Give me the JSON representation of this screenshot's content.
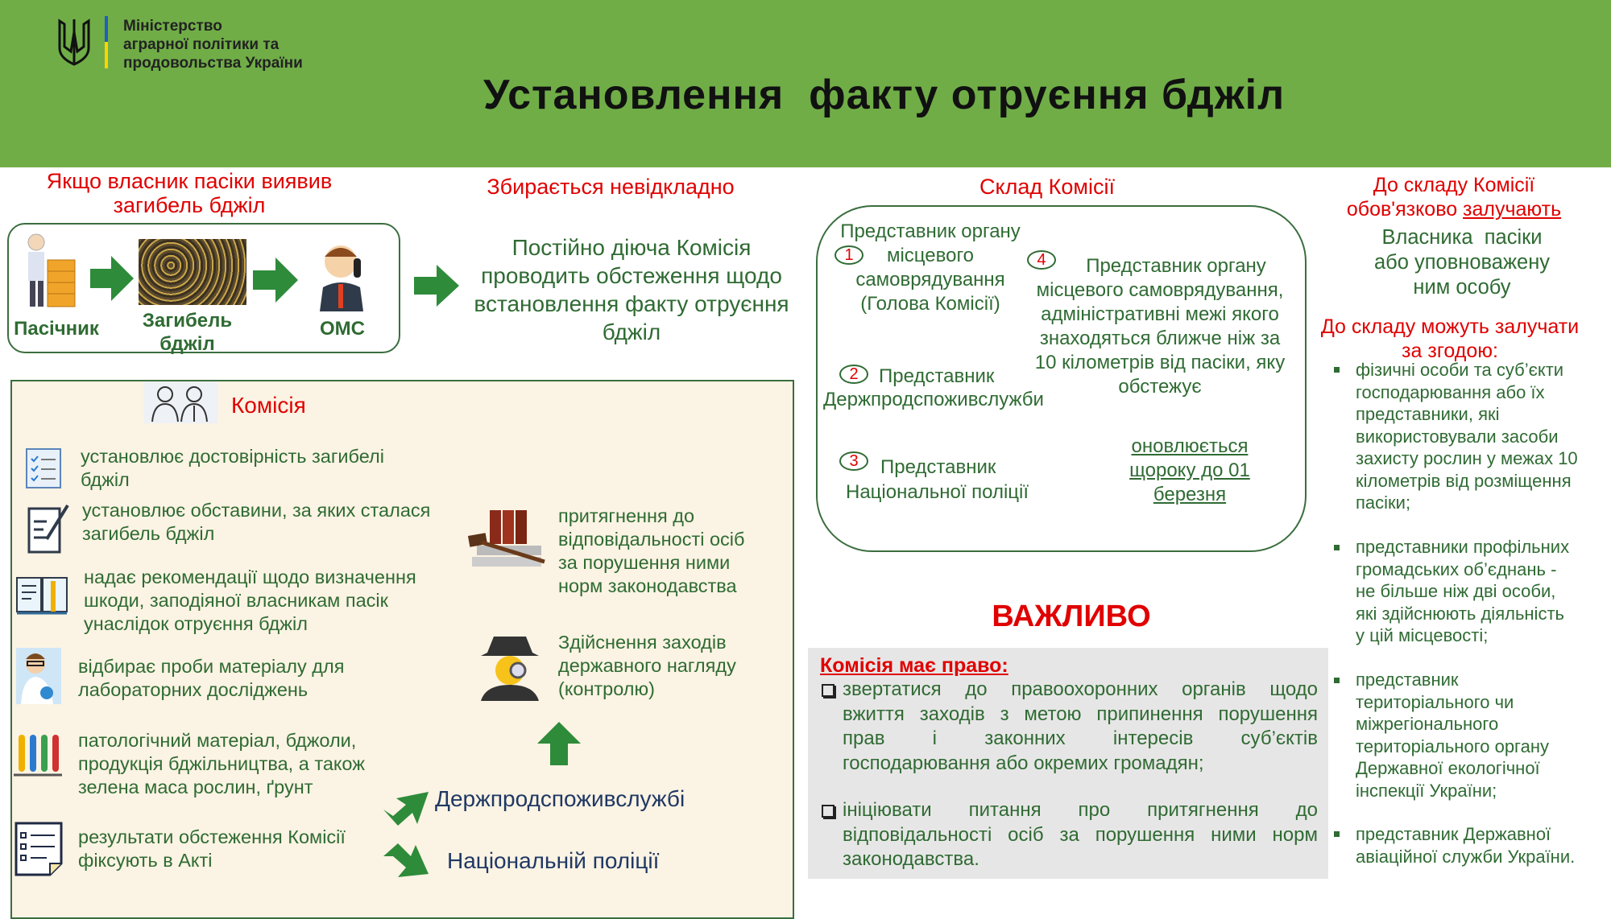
{
  "header": {
    "ministry": [
      "Міністерство",
      "аграрної політики та",
      "продовольства України"
    ],
    "title": "Установлення  факту отруєння бджіл"
  },
  "flow": {
    "heading": [
      "Якщо власник пасіки виявив",
      "загибель бджіл"
    ],
    "steps": [
      "Пасічник",
      "Загибель",
      "бджіл",
      "ОМС"
    ]
  },
  "immediate": {
    "heading": "Збирається невідкладно",
    "text": [
      "Постійно діюча Комісія",
      "проводить обстеження щодо",
      "встановлення факту отруєння",
      "бджіл"
    ]
  },
  "commission": {
    "title": "Комісія",
    "items": [
      [
        "установлює достовірність загибелі",
        "бджіл"
      ],
      [
        "установлює обставини, за яких сталася",
        "загибель бджіл"
      ],
      [
        "надає рекомендації щодо визначення",
        "шкоди, заподіяної власникам пасік",
        "унаслідок отруєння бджіл"
      ],
      [
        "відбирає проби матеріалу для",
        "лабораторних досліджень"
      ],
      [
        "патологічний матеріал, бджоли,",
        "продукція бджільництва, а також",
        "зелена маса рослин, ґрунт"
      ],
      [
        "результати обстеження Комісії",
        "фіксують в Акті"
      ]
    ],
    "right": [
      [
        "притягнення до",
        "відповідальності осіб",
        "за порушення ними",
        "норм законодавства"
      ],
      [
        "Здійснення заходів",
        "державного нагляду",
        "(контролю)"
      ]
    ],
    "targets": [
      "Держпродспоживслужбі",
      "Національній поліції"
    ]
  },
  "composition": {
    "heading": "Склад Комісії",
    "m1": {
      "num": "1",
      "lines": [
        "Представник органу",
        "місцевого",
        "самоврядування",
        "(Голова Комісії)"
      ]
    },
    "m2": {
      "num": "2",
      "lines": [
        "Представник",
        "Держпродспоживслужби"
      ]
    },
    "m3": {
      "num": "3",
      "lines": [
        "Представник",
        "Національної поліції"
      ]
    },
    "m4": {
      "num": "4",
      "lines": [
        "Представник органу",
        "місцевого самоврядування,",
        "адміністративні межі якого",
        "знаходяться ближче ніж за",
        "10 кілометрів від пасіки, яку",
        "обстежує"
      ]
    },
    "update": [
      "оновлюється",
      "щороку до 01",
      "березня"
    ]
  },
  "important": {
    "heading": "ВАЖЛИВО",
    "subheading": "Комісія має право:",
    "rights": [
      [
        "звертатися до правоохоронних органів щодо",
        "вжиття заходів з метою припинення порушення",
        "прав і законних інтересів суб’єктів",
        "господарювання або окремих громадян;"
      ],
      [
        "ініціювати питання про притягнення до",
        "відповідальності осіб за порушення ними норм",
        "законодавства."
      ]
    ]
  },
  "side": {
    "mandatory_a": "До складу Комісії",
    "mandatory_b": "обов'язково ",
    "mandatory_c": "залучають",
    "owner": [
      "Власника  пасіки",
      "або уповноважену",
      "ним особу"
    ],
    "optional": [
      "До складу можуть залучати",
      "за згодою:"
    ],
    "bullets": [
      [
        "фізичні особи та суб’єкти",
        "господарювання або їх",
        "представники, які",
        "використовували засоби",
        "захисту рослин у межах 10",
        "кілометрів від розміщення",
        "пасіки;"
      ],
      [
        "представники профільних",
        "громадських об’єднань -",
        "не більше ніж дві особи,",
        "які здійснюють діяльність",
        "у цій місцевості;"
      ],
      [
        "представник",
        "територіального чи",
        "міжрегіонального",
        "територіального органу",
        "Державної екологічної",
        "інспекції України;"
      ],
      [
        "представник Державної",
        "авіаційної служби України."
      ]
    ]
  },
  "colors": {
    "header": "#70ad47",
    "accent": "#e00000",
    "text": "#2f6b33",
    "navy": "#1f3864"
  }
}
